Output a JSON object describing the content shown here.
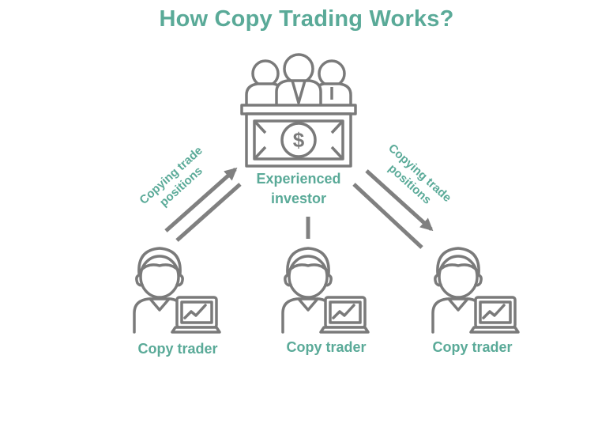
{
  "title": "How Copy Trading Works?",
  "colors": {
    "accent": "#5aaa98",
    "icon_stroke": "#7a7a7a",
    "arrow": "#808080"
  },
  "investor": {
    "line1": "Experienced",
    "line2": "investor",
    "icon": "investor-panel-money-icon"
  },
  "left_arrow_label": {
    "line1": "Copying trade",
    "line2": "positions"
  },
  "right_arrow_label": {
    "line1": "Copying trade",
    "line2": "positions"
  },
  "traders": [
    {
      "label": "Copy trader",
      "icon": "trader-laptop-icon"
    },
    {
      "label": "Copy trader",
      "icon": "trader-laptop-icon"
    },
    {
      "label": "Copy trader",
      "icon": "trader-laptop-icon"
    }
  ],
  "money_symbol": "$"
}
